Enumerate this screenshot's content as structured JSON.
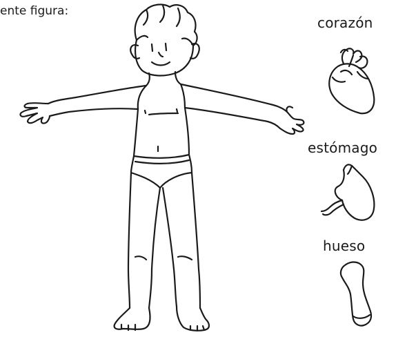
{
  "caption": "ente figura:",
  "organs": {
    "heart_label": "corazón",
    "stomach_label": "estómago",
    "bone_label": "hueso"
  },
  "colors": {
    "ink": "#1a1a1a",
    "background": "#ffffff"
  }
}
